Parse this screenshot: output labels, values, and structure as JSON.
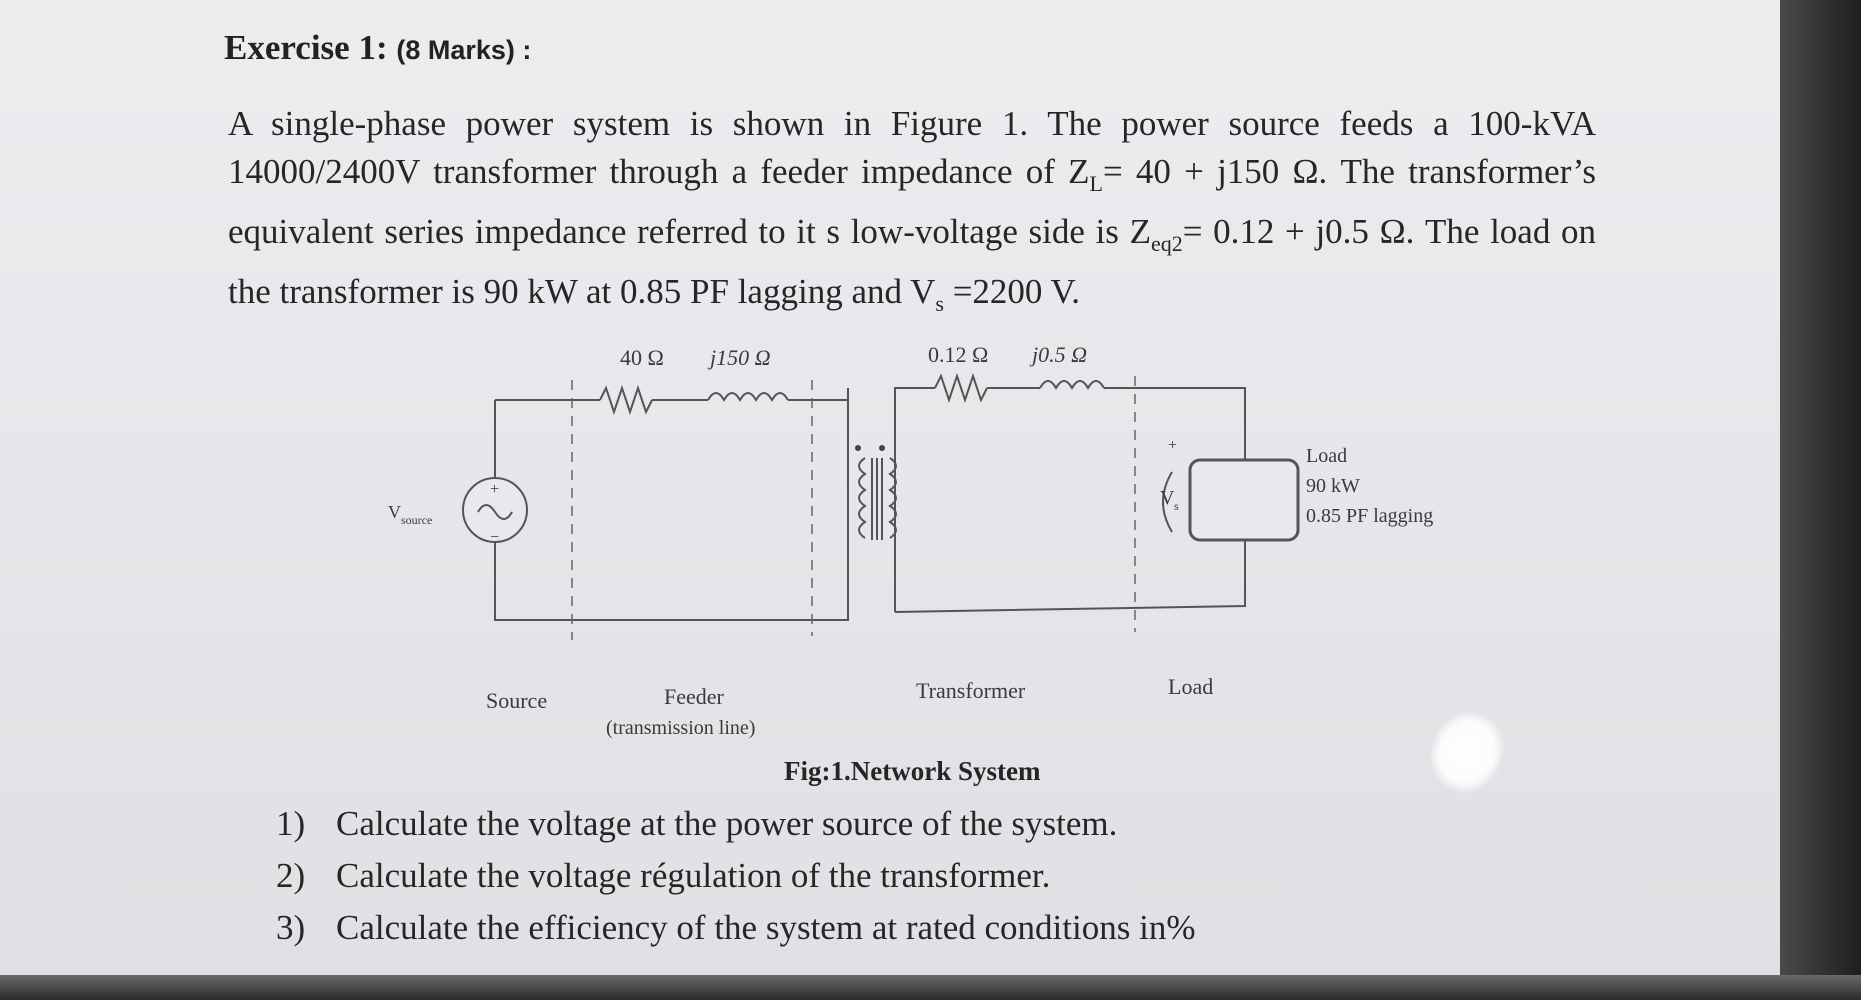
{
  "exercise": {
    "title": "Exercise 1:",
    "marks": "(8 Marks) :"
  },
  "problem": {
    "p1": "A single-phase power system is shown in Figure 1. The power source feeds a 100-kVA 14000/2400V transformer through a feeder impedance of Z",
    "zl_sub": "L",
    "p2": "= 40 + j150 Ω. The transformer’s equivalent series impedance referred to it s low-voltage side is Z",
    "zeq_sub": "eq2",
    "p3": "= 0.12 + j0.5 Ω. The load on the transformer is 90 kW at 0.85 PF lagging and  V",
    "vs_sub": "s",
    "p4": " =2200 V."
  },
  "figure": {
    "feeder_r": "40 Ω",
    "feeder_x": "j150 Ω",
    "xfmr_r": "0.12 Ω",
    "xfmr_x": "j0.5 Ω",
    "vsource": "V",
    "vsource_sub": "source",
    "plus": "+",
    "minus": "−",
    "vs": "V",
    "vs_sub": "s",
    "load_label": "Load",
    "load_power": "90 kW",
    "load_pf": "0.85 PF lagging",
    "section_source": "Source",
    "section_feeder": "Feeder",
    "section_feeder_note": "(transmission line)",
    "section_transformer": "Transformer",
    "section_load": "Load",
    "caption": "Fig:1.Network System"
  },
  "questions": [
    {
      "num": "1)",
      "text": "Calculate the voltage at the power source of the system."
    },
    {
      "num": "2)",
      "text": "Calculate the voltage régulation of the transformer."
    },
    {
      "num": "3)",
      "text": "Calculate the efficiency of the system at rated conditions in%"
    }
  ]
}
